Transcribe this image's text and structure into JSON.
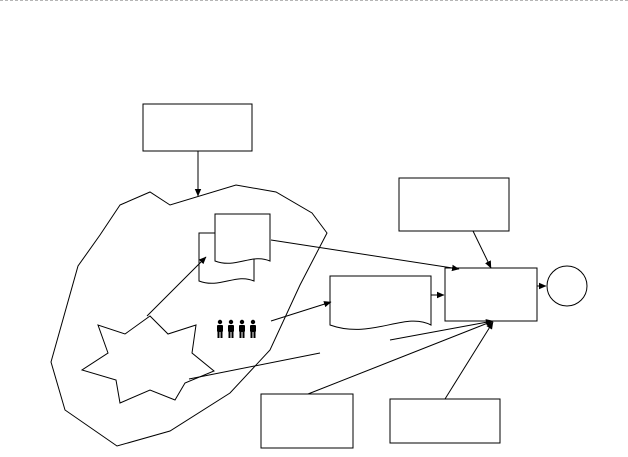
{
  "diagram": {
    "nodes": [
      {
        "id": "top-box",
        "shape": "rectangle",
        "label": ""
      },
      {
        "id": "top-right-box",
        "shape": "rectangle",
        "label": ""
      },
      {
        "id": "process-box",
        "shape": "rectangle",
        "label": ""
      },
      {
        "id": "terminal-circle",
        "shape": "circle",
        "label": ""
      },
      {
        "id": "bottom-left-box",
        "shape": "rectangle",
        "label": ""
      },
      {
        "id": "bottom-right-box",
        "shape": "rectangle",
        "label": ""
      },
      {
        "id": "document-stack",
        "shape": "multi-document",
        "label": ""
      },
      {
        "id": "document",
        "shape": "document",
        "label": ""
      },
      {
        "id": "people-group",
        "shape": "people-icon",
        "label": ""
      },
      {
        "id": "star-burst",
        "shape": "star",
        "label": ""
      },
      {
        "id": "cloud-region",
        "shape": "freeform-region",
        "label": ""
      }
    ],
    "edges": [
      {
        "from": "top-box",
        "to": "cloud-region"
      },
      {
        "from": "star-burst",
        "to": "document-stack"
      },
      {
        "from": "document-stack",
        "to": "process-box"
      },
      {
        "from": "people-group",
        "to": "document"
      },
      {
        "from": "document",
        "to": "process-box"
      },
      {
        "from": "top-right-box",
        "to": "process-box"
      },
      {
        "from": "process-box",
        "to": "terminal-circle"
      },
      {
        "from": "star-burst",
        "to": "process-box"
      },
      {
        "from": "bottom-left-box",
        "to": "process-box"
      },
      {
        "from": "bottom-right-box",
        "to": "process-box"
      }
    ],
    "stroke_color": "#000000",
    "background_color": "#ffffff"
  }
}
